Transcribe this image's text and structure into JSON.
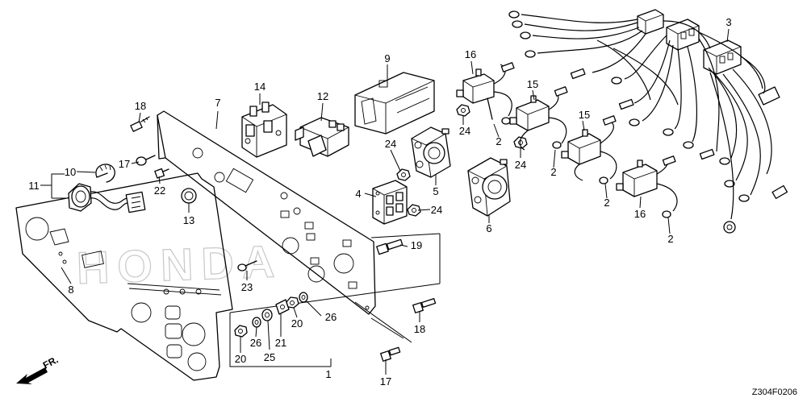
{
  "diagram": {
    "watermark": "HONDA",
    "direction_label": "FR.",
    "figure_code": "Z304F0206",
    "callouts": [
      {
        "id": "c-1",
        "part": "1"
      },
      {
        "id": "c-2a",
        "part": "2"
      },
      {
        "id": "c-2b",
        "part": "2"
      },
      {
        "id": "c-2c",
        "part": "2"
      },
      {
        "id": "c-2d",
        "part": "2"
      },
      {
        "id": "c-3",
        "part": "3"
      },
      {
        "id": "c-4",
        "part": "4"
      },
      {
        "id": "c-5",
        "part": "5"
      },
      {
        "id": "c-6",
        "part": "6"
      },
      {
        "id": "c-7",
        "part": "7"
      },
      {
        "id": "c-8",
        "part": "8"
      },
      {
        "id": "c-9",
        "part": "9"
      },
      {
        "id": "c-10",
        "part": "10"
      },
      {
        "id": "c-11",
        "part": "11"
      },
      {
        "id": "c-12",
        "part": "12"
      },
      {
        "id": "c-13",
        "part": "13"
      },
      {
        "id": "c-14",
        "part": "14"
      },
      {
        "id": "c-15a",
        "part": "15"
      },
      {
        "id": "c-15b",
        "part": "15"
      },
      {
        "id": "c-16a",
        "part": "16"
      },
      {
        "id": "c-16b",
        "part": "16"
      },
      {
        "id": "c-17a",
        "part": "17"
      },
      {
        "id": "c-17b",
        "part": "17"
      },
      {
        "id": "c-18a",
        "part": "18"
      },
      {
        "id": "c-18b",
        "part": "18"
      },
      {
        "id": "c-19",
        "part": "19"
      },
      {
        "id": "c-20a",
        "part": "20"
      },
      {
        "id": "c-20b",
        "part": "20"
      },
      {
        "id": "c-21",
        "part": "21"
      },
      {
        "id": "c-22",
        "part": "22"
      },
      {
        "id": "c-23",
        "part": "23"
      },
      {
        "id": "c-24a",
        "part": "24"
      },
      {
        "id": "c-24b",
        "part": "24"
      },
      {
        "id": "c-24c",
        "part": "24"
      },
      {
        "id": "c-24d",
        "part": "24"
      },
      {
        "id": "c-25",
        "part": "25"
      },
      {
        "id": "c-26a",
        "part": "26"
      },
      {
        "id": "c-26b",
        "part": "26"
      }
    ]
  }
}
